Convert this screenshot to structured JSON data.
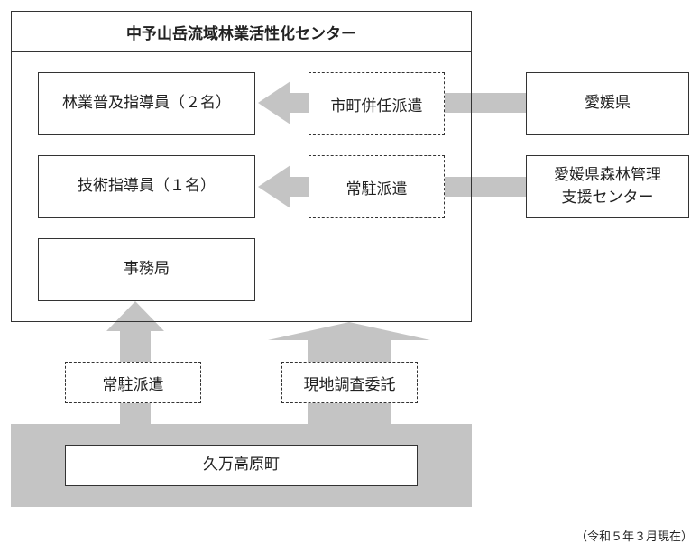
{
  "diagram": {
    "center": {
      "title": "中予山岳流域林業活性化センター",
      "staff": [
        {
          "label": "林業普及指導員（２名）"
        },
        {
          "label": "技術指導員（１名）"
        },
        {
          "label": "事務局"
        }
      ]
    },
    "dispatch": [
      {
        "label": "市町併任派遣",
        "source": "愛媛県"
      },
      {
        "label": "常駐派遣",
        "source": "愛媛県森林管理\n支援センター"
      }
    ],
    "bottom": {
      "organization": "久万高原町",
      "links": [
        {
          "label": "常駐派遣"
        },
        {
          "label": "現地調査委託"
        }
      ]
    },
    "note": "（令和５年３月現在）",
    "colors": {
      "arrow": "#c4c4c4",
      "border": "#333333"
    }
  }
}
